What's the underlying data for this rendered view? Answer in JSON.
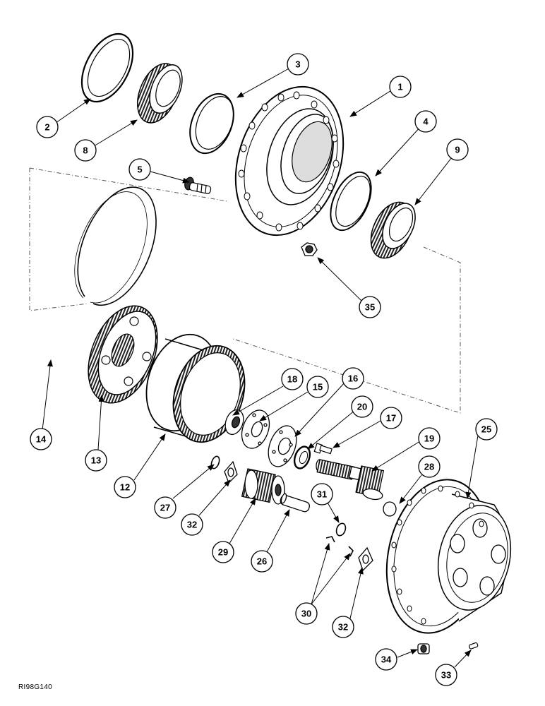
{
  "figure_id": "RI98G140",
  "callouts": [
    {
      "id": "c1",
      "label": "1"
    },
    {
      "id": "c2",
      "label": "2"
    },
    {
      "id": "c3",
      "label": "3"
    },
    {
      "id": "c4",
      "label": "4"
    },
    {
      "id": "c5",
      "label": "5"
    },
    {
      "id": "c8",
      "label": "8"
    },
    {
      "id": "c9",
      "label": "9"
    },
    {
      "id": "c35",
      "label": "35"
    },
    {
      "id": "c14",
      "label": "14"
    },
    {
      "id": "c13",
      "label": "13"
    },
    {
      "id": "c12",
      "label": "12"
    },
    {
      "id": "c18",
      "label": "18"
    },
    {
      "id": "c15",
      "label": "15"
    },
    {
      "id": "c16",
      "label": "16"
    },
    {
      "id": "c20",
      "label": "20"
    },
    {
      "id": "c17",
      "label": "17"
    },
    {
      "id": "c19",
      "label": "19"
    },
    {
      "id": "c25",
      "label": "25"
    },
    {
      "id": "c28",
      "label": "28"
    },
    {
      "id": "c27",
      "label": "27"
    },
    {
      "id": "c32a",
      "label": "32"
    },
    {
      "id": "c29",
      "label": "29"
    },
    {
      "id": "c26",
      "label": "26"
    },
    {
      "id": "c31",
      "label": "31"
    },
    {
      "id": "c30",
      "label": "30"
    },
    {
      "id": "c32b",
      "label": "32"
    },
    {
      "id": "c34",
      "label": "34"
    },
    {
      "id": "c33",
      "label": "33"
    }
  ]
}
